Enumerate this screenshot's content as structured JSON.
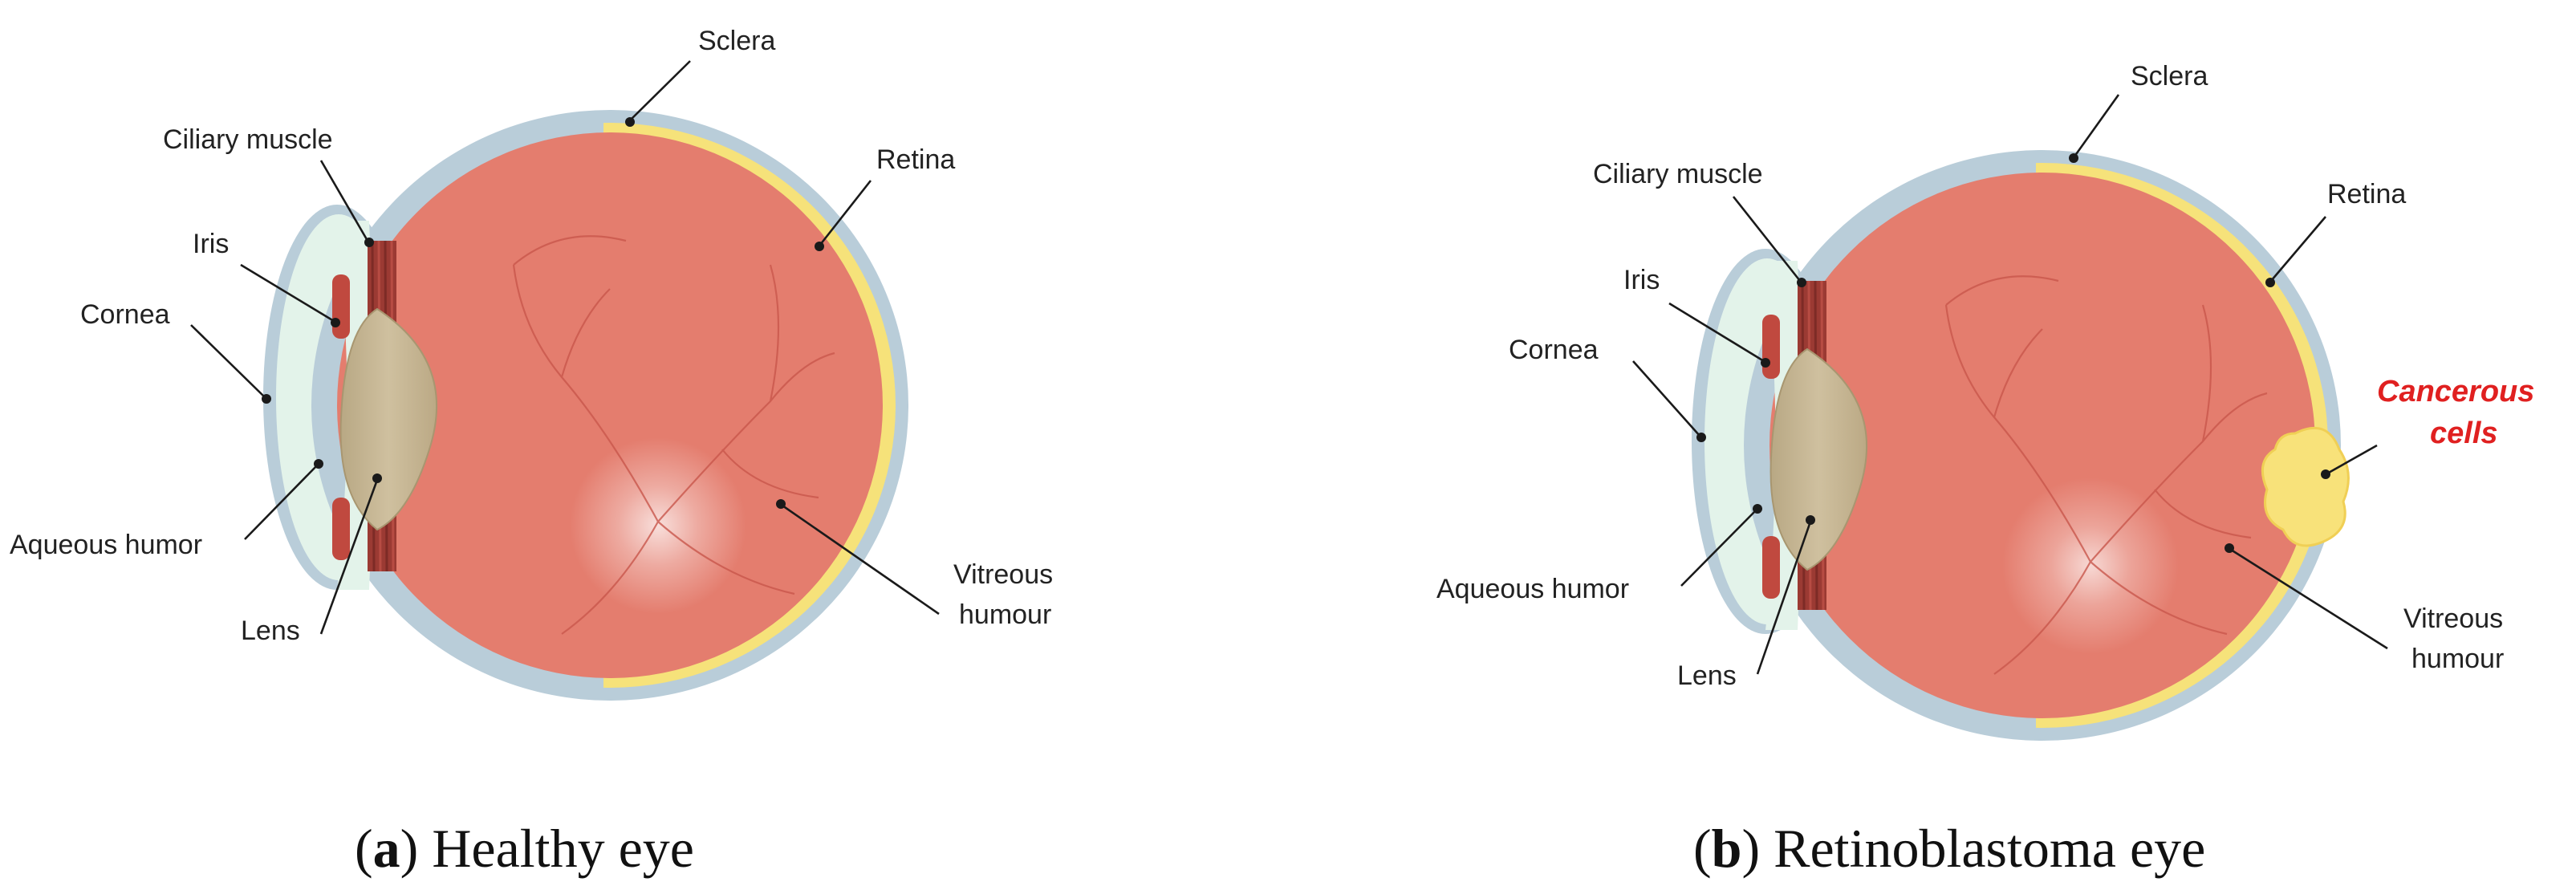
{
  "panels": [
    {
      "labels": {
        "sclera": "Sclera",
        "ciliary_muscle": "Ciliary muscle",
        "retina": "Retina",
        "iris": "Iris",
        "cornea": "Cornea",
        "aqueous_humor": "Aqueous humor",
        "lens": "Lens",
        "vitreous_line1": "Vitreous",
        "vitreous_line2": "humour"
      },
      "caption": {
        "letter": "a",
        "text": "Healthy eye"
      }
    },
    {
      "labels": {
        "sclera": "Sclera",
        "ciliary_muscle": "Ciliary muscle",
        "retina": "Retina",
        "iris": "Iris",
        "cornea": "Cornea",
        "aqueous_humor": "Aqueous humor",
        "lens": "Lens",
        "vitreous_line1": "Vitreous",
        "vitreous_line2": "humour",
        "cancer_line1": "Cancerous",
        "cancer_line2": "cells"
      },
      "caption": {
        "letter": "b",
        "text": "Retinoblastoma eye"
      }
    }
  ],
  "colors": {
    "sclera": "#b9cdd9",
    "retina": "#f6e27a",
    "vitreous": "#e47d6e",
    "lens": "#c9b996",
    "cornea_fluid": "#e3f3ea",
    "ciliary": "#9b3a33",
    "iris": "#c0493f",
    "tumor": "#f8e27a",
    "cancer_label": "#e02020"
  }
}
